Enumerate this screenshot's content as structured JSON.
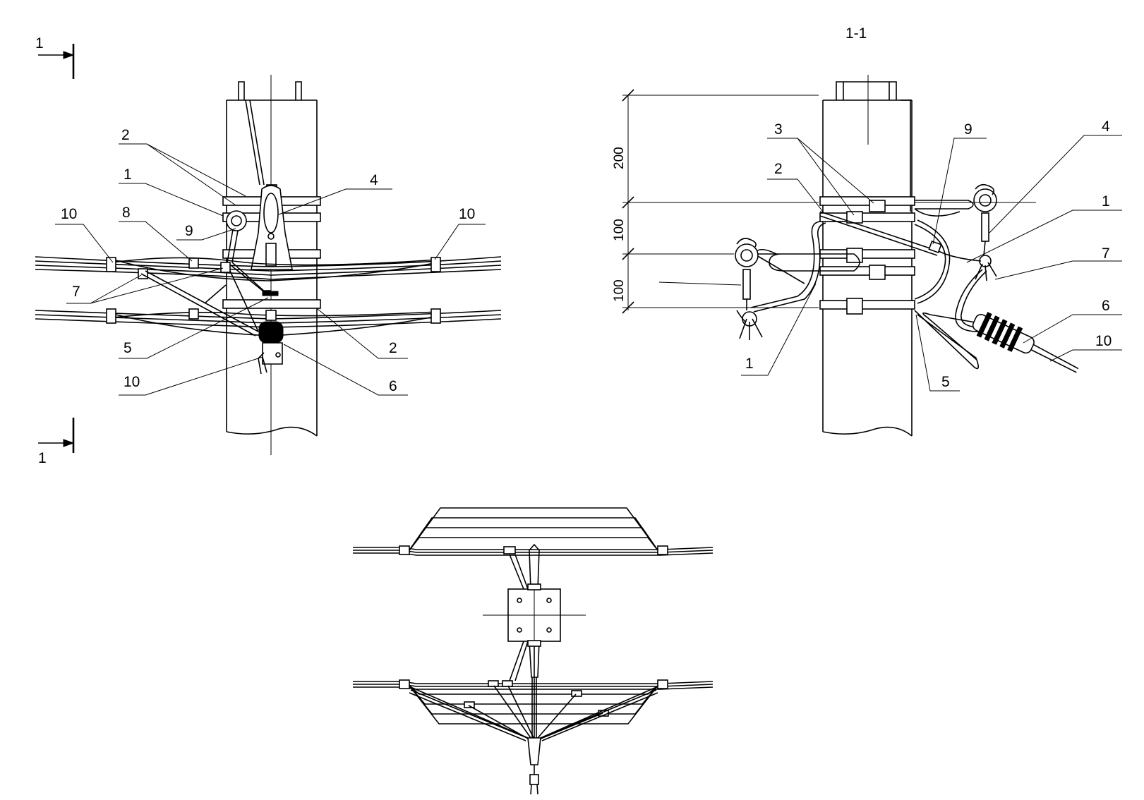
{
  "section_marks": {
    "top_label": "1",
    "bottom_label": "1",
    "view_title": "1-1"
  },
  "front_view": {
    "callouts": {
      "c2a": "2",
      "c1": "1",
      "c10a": "10",
      "c8": "8",
      "c9": "9",
      "c4": "4",
      "c10b": "10",
      "c7": "7",
      "c5": "5",
      "c2b": "2",
      "c10c": "10",
      "c6": "6"
    }
  },
  "side_view": {
    "callouts": {
      "c3": "3",
      "c2": "2",
      "c9": "9",
      "c4": "4",
      "c1a": "1",
      "c7": "7",
      "c6": "6",
      "c10": "10",
      "c5": "5",
      "c1b": "1"
    },
    "dimensions": {
      "d1": "200",
      "d2": "100",
      "d3": "100"
    }
  }
}
